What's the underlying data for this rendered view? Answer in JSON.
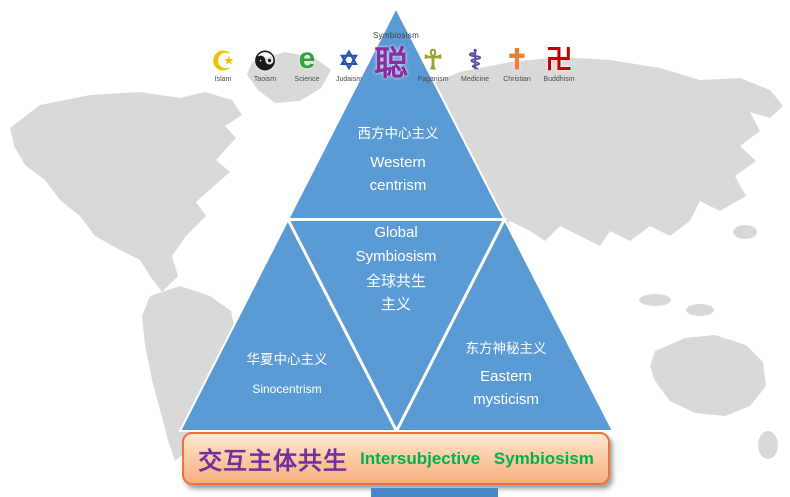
{
  "page": {
    "background": "#ffffff",
    "map_color": "#d9d9d9",
    "triangle_color": "#5b9bd5",
    "banner_border": "#e8743a",
    "bottom_bar_color": "#4a86c8"
  },
  "apex": {
    "label": "Symbiosism"
  },
  "symbols": [
    {
      "name": "islam",
      "glyph": "☪",
      "label": "Islam",
      "color": "#f0c000",
      "size": 26
    },
    {
      "name": "taoism",
      "glyph": "☯",
      "label": "Taoism",
      "color": "#1a1a1a",
      "size": 26
    },
    {
      "name": "science",
      "glyph": "e",
      "label": "Science",
      "color": "#2ea53a",
      "size": 30
    },
    {
      "name": "judaism",
      "glyph": "✡",
      "label": "Judaism",
      "color": "#2353a4",
      "size": 25
    },
    {
      "name": "cong-character",
      "glyph": "聪",
      "label": "",
      "color": "#8a2b9e",
      "size": 34
    },
    {
      "name": "paganism",
      "glyph": "☥",
      "label": "Paganism",
      "color": "#9aa02c",
      "size": 27
    },
    {
      "name": "medicine",
      "glyph": "⚕",
      "label": "Medicine",
      "color": "#5b4ea0",
      "size": 27
    },
    {
      "name": "christian",
      "glyph": "✝",
      "label": "Christian",
      "color": "#e97e35",
      "size": 28
    },
    {
      "name": "buddhism",
      "glyph": "卍",
      "label": "Buddhism",
      "color": "#c00000",
      "size": 27
    }
  ],
  "sections": {
    "top": {
      "zh": "西方中心主义",
      "en": "Western centrism"
    },
    "center": {
      "en": "Global Symbiosism",
      "zh": "全球共生主义"
    },
    "left": {
      "zh": "华夏中心主义",
      "en": "Sinocentrism"
    },
    "right": {
      "zh": "东方神秘主义",
      "en": "Eastern mysticism"
    }
  },
  "banner": {
    "zh": "交互主体共生",
    "en": "Intersubjective Symbiosism",
    "zh_color": "#7030a0",
    "en_color": "#00b050"
  }
}
